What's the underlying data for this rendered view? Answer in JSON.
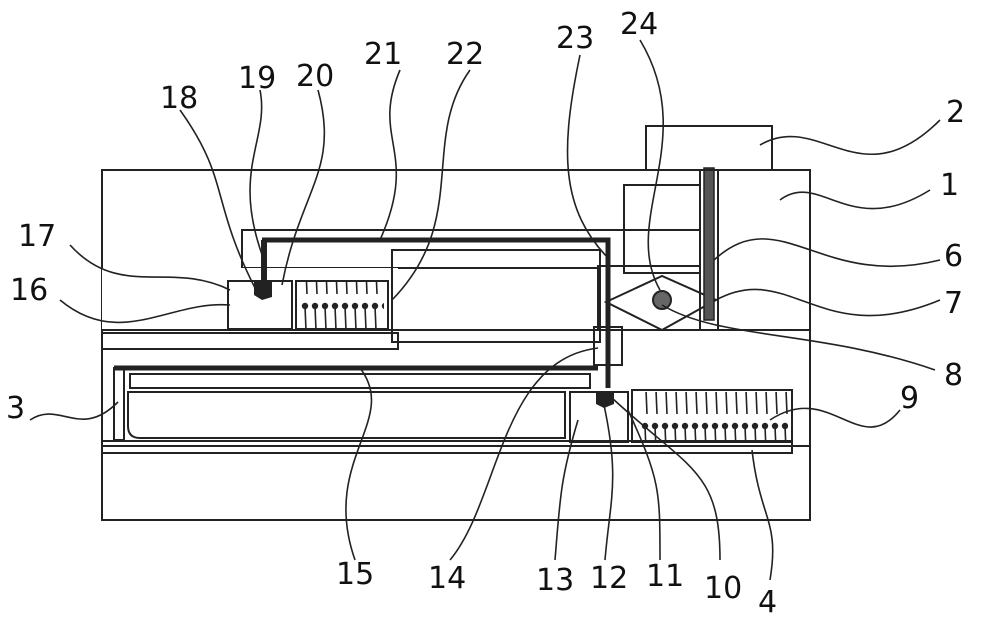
{
  "labels": {
    "l1": "1",
    "l2": "2",
    "l3": "3",
    "l4": "4",
    "l6": "6",
    "l7": "7",
    "l8": "8",
    "l9": "9",
    "l10": "10",
    "l11": "11",
    "l12": "12",
    "l13": "13",
    "l14": "14",
    "l15": "15",
    "l16": "16",
    "l17": "17",
    "l18": "18",
    "l19": "19",
    "l20": "20",
    "l21": "21",
    "l22": "22",
    "l23": "23",
    "l24": "24"
  }
}
